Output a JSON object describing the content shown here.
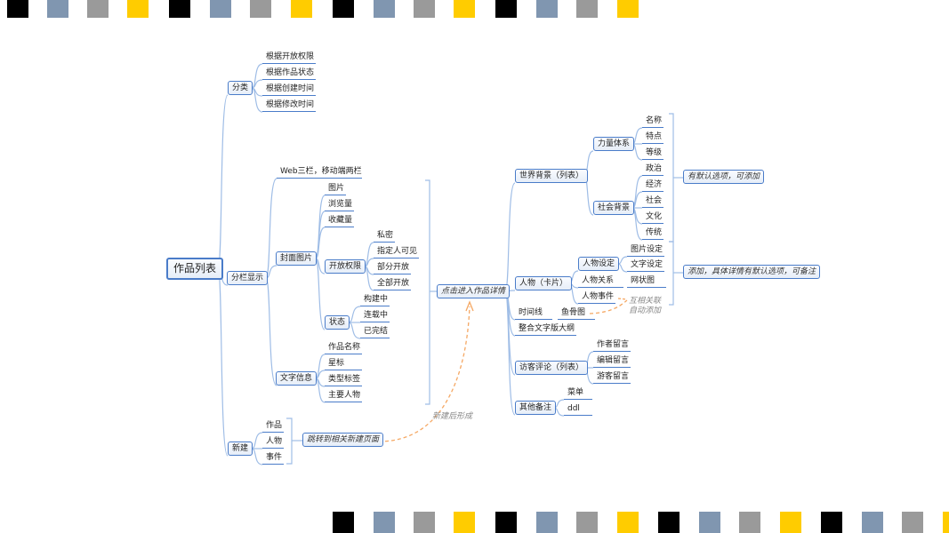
{
  "colors": {
    "accent": "#4a7cc9",
    "dashed": "#f5a864",
    "deco": [
      "#000000",
      "#8096b0",
      "#9a9a9a",
      "#ffcc00"
    ]
  },
  "root": "作品列表",
  "classify": {
    "label": "分类",
    "items": [
      "根据开放权限",
      "根据作品状态",
      "根据创建时间",
      "根据修改时间"
    ]
  },
  "display": {
    "label": "分栏显示",
    "layout": "Web三栏，移动端两栏",
    "cover": {
      "label": "封面图片",
      "items": [
        "图片",
        "浏览量",
        "收藏量"
      ],
      "permission": {
        "label": "开放权限",
        "items": [
          "私密",
          "指定人可见",
          "部分开放",
          "全部开放"
        ]
      },
      "status": {
        "label": "状态",
        "items": [
          "构建中",
          "连载中",
          "已完结"
        ]
      }
    },
    "text": {
      "label": "文字信息",
      "items": [
        "作品名称",
        "星标",
        "类型标签",
        "主要人物"
      ]
    }
  },
  "create": {
    "label": "新建",
    "items": [
      "作品",
      "人物",
      "事件"
    ],
    "jump": "跳转到相关新建页面",
    "note": "新建后形成"
  },
  "detail": {
    "label": "点击进入作品详情",
    "world": {
      "label": "世界背景（列表）",
      "power": {
        "label": "力量体系",
        "items": [
          "名称",
          "特点",
          "等级"
        ]
      },
      "society": {
        "label": "社会背景",
        "items": [
          "政治",
          "经济",
          "社会",
          "文化",
          "传统"
        ]
      }
    },
    "character": {
      "label": "人物（卡片）",
      "setting": {
        "label": "人物设定",
        "items": [
          "图片设定",
          "文字设定"
        ]
      },
      "relation": "人物关系",
      "relation_view": "网状图",
      "event": "人物事件"
    },
    "timeline": "时间线",
    "fishbone": "鱼骨图",
    "link_note": [
      "互相关联",
      "自动添加"
    ],
    "outline": "整合文字版大纲",
    "comments": {
      "label": "访客评论（列表）",
      "items": [
        "作者留言",
        "编辑留言",
        "游客留言"
      ]
    },
    "other": {
      "label": "其他备注",
      "items": [
        "菜单",
        "ddl"
      ]
    },
    "note_world": "有默认选项，可添加",
    "note_char": "添加，具体详情有默认选项，可备注"
  }
}
